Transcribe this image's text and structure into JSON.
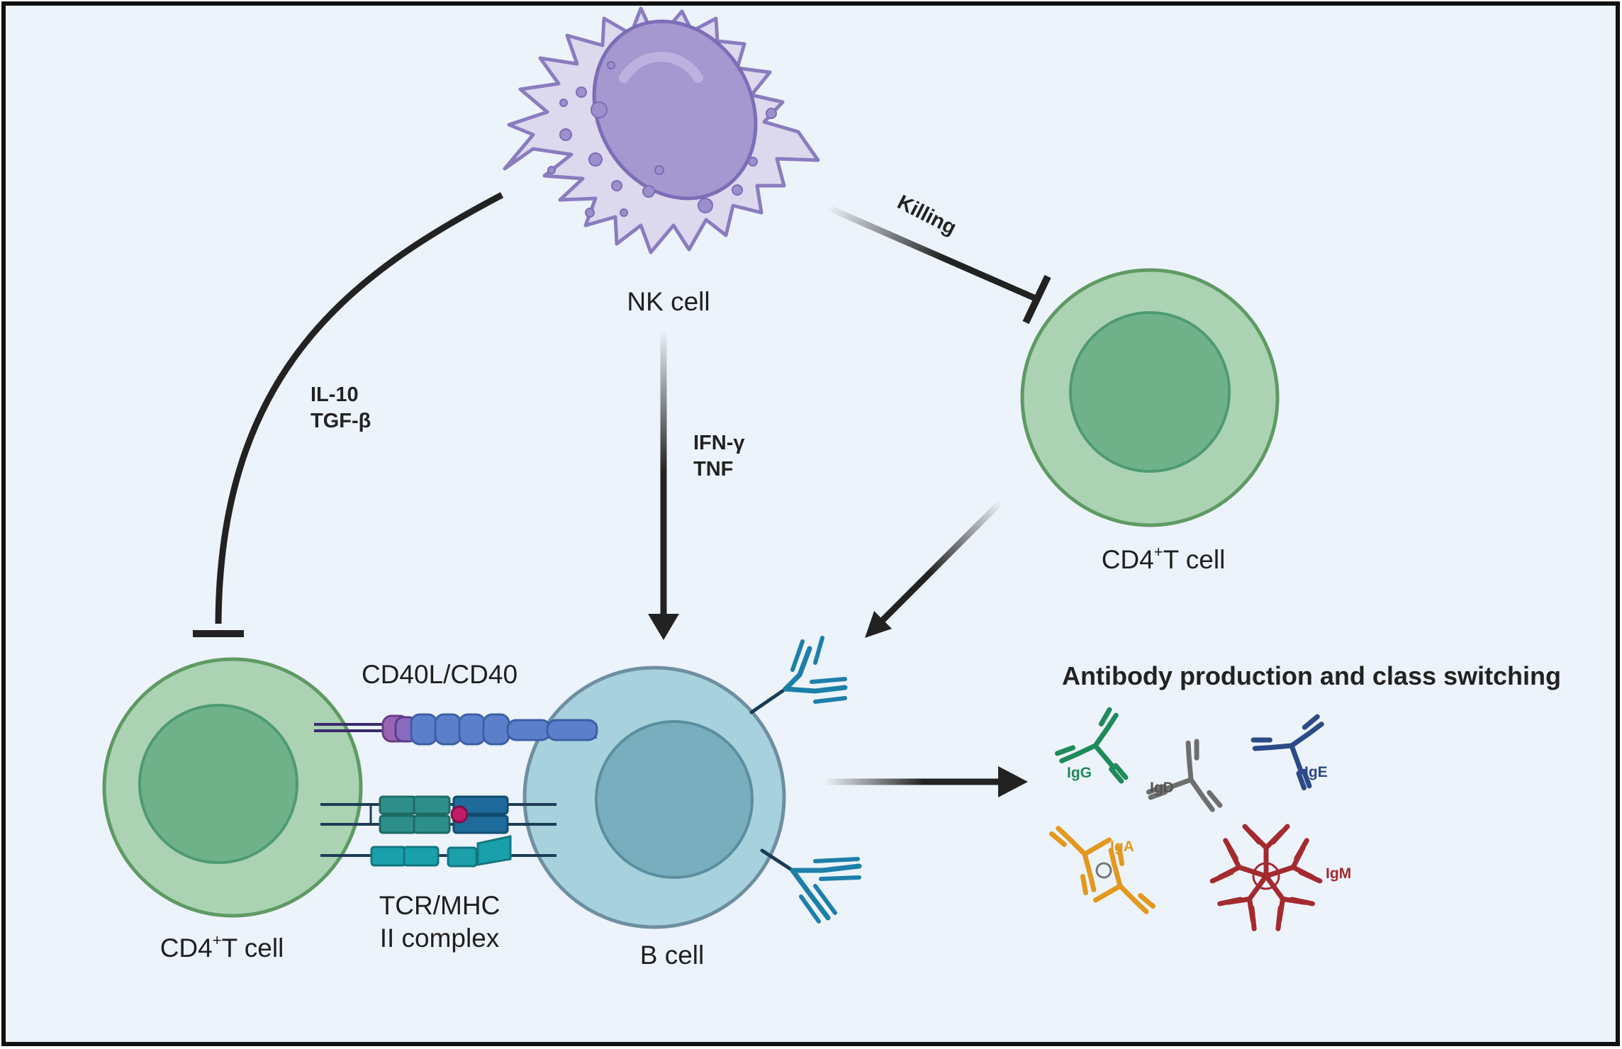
{
  "cells": {
    "nk": "NK cell",
    "cd4_left": {
      "prefix": "CD4",
      "sup": "+",
      "suffix": "T cell"
    },
    "cd4_right": {
      "prefix": "CD4",
      "sup": "+",
      "suffix": "T cell"
    },
    "b": "B cell"
  },
  "interactions": {
    "il10": "IL-10",
    "tgfb": "TGF-β",
    "ifng": "IFN-γ",
    "tnf": "TNF",
    "killing": "Killing",
    "cd40": "CD40L/CD40",
    "tcr_line1": "TCR/MHC",
    "tcr_line2": "II complex"
  },
  "antibodies": {
    "title": "Antibody production and class switching",
    "igg": "IgG",
    "igd": "IgD",
    "ige": "IgE",
    "iga": "IgA",
    "igm": "IgM"
  },
  "colors": {
    "background": "#edf3fb",
    "t_cell_outer": "#abd3b3",
    "t_cell_inner": "#6fb28a",
    "b_cell_outer": "#a6d1dd",
    "b_cell_inner": "#79aebe",
    "nk_body": "#dcd8ee",
    "nk_nucleus": "#a597cf",
    "igg": "#1f8a5a",
    "igd": "#6e6e6e",
    "ige": "#2b4a86",
    "iga": "#e2991e",
    "igm": "#a32a2e"
  }
}
